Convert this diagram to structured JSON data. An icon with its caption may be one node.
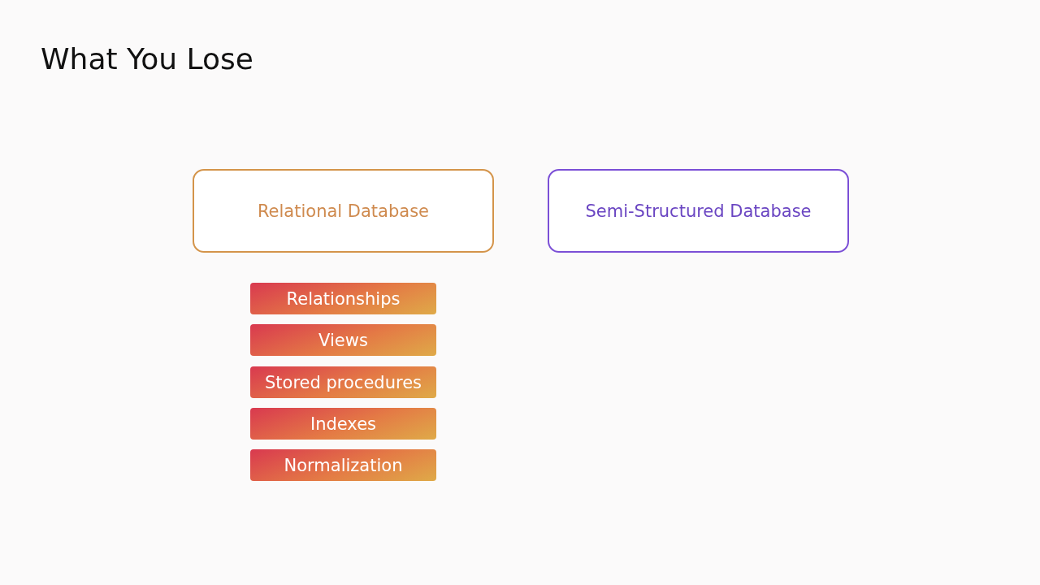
{
  "diagram": {
    "title": "What You Lose",
    "nodes": [
      {
        "text": [
          "Relational Database"
        ]
      },
      {
        "text": [
          "Semi-Structured Database"
        ]
      },
      {
        "text": [
          "Relationships"
        ]
      },
      {
        "text": [
          "Views"
        ]
      },
      {
        "text": [
          "Stored procedures"
        ]
      },
      {
        "text": [
          "Indexes"
        ]
      },
      {
        "text": [
          "Normalization"
        ]
      }
    ],
    "edges": []
  }
}
